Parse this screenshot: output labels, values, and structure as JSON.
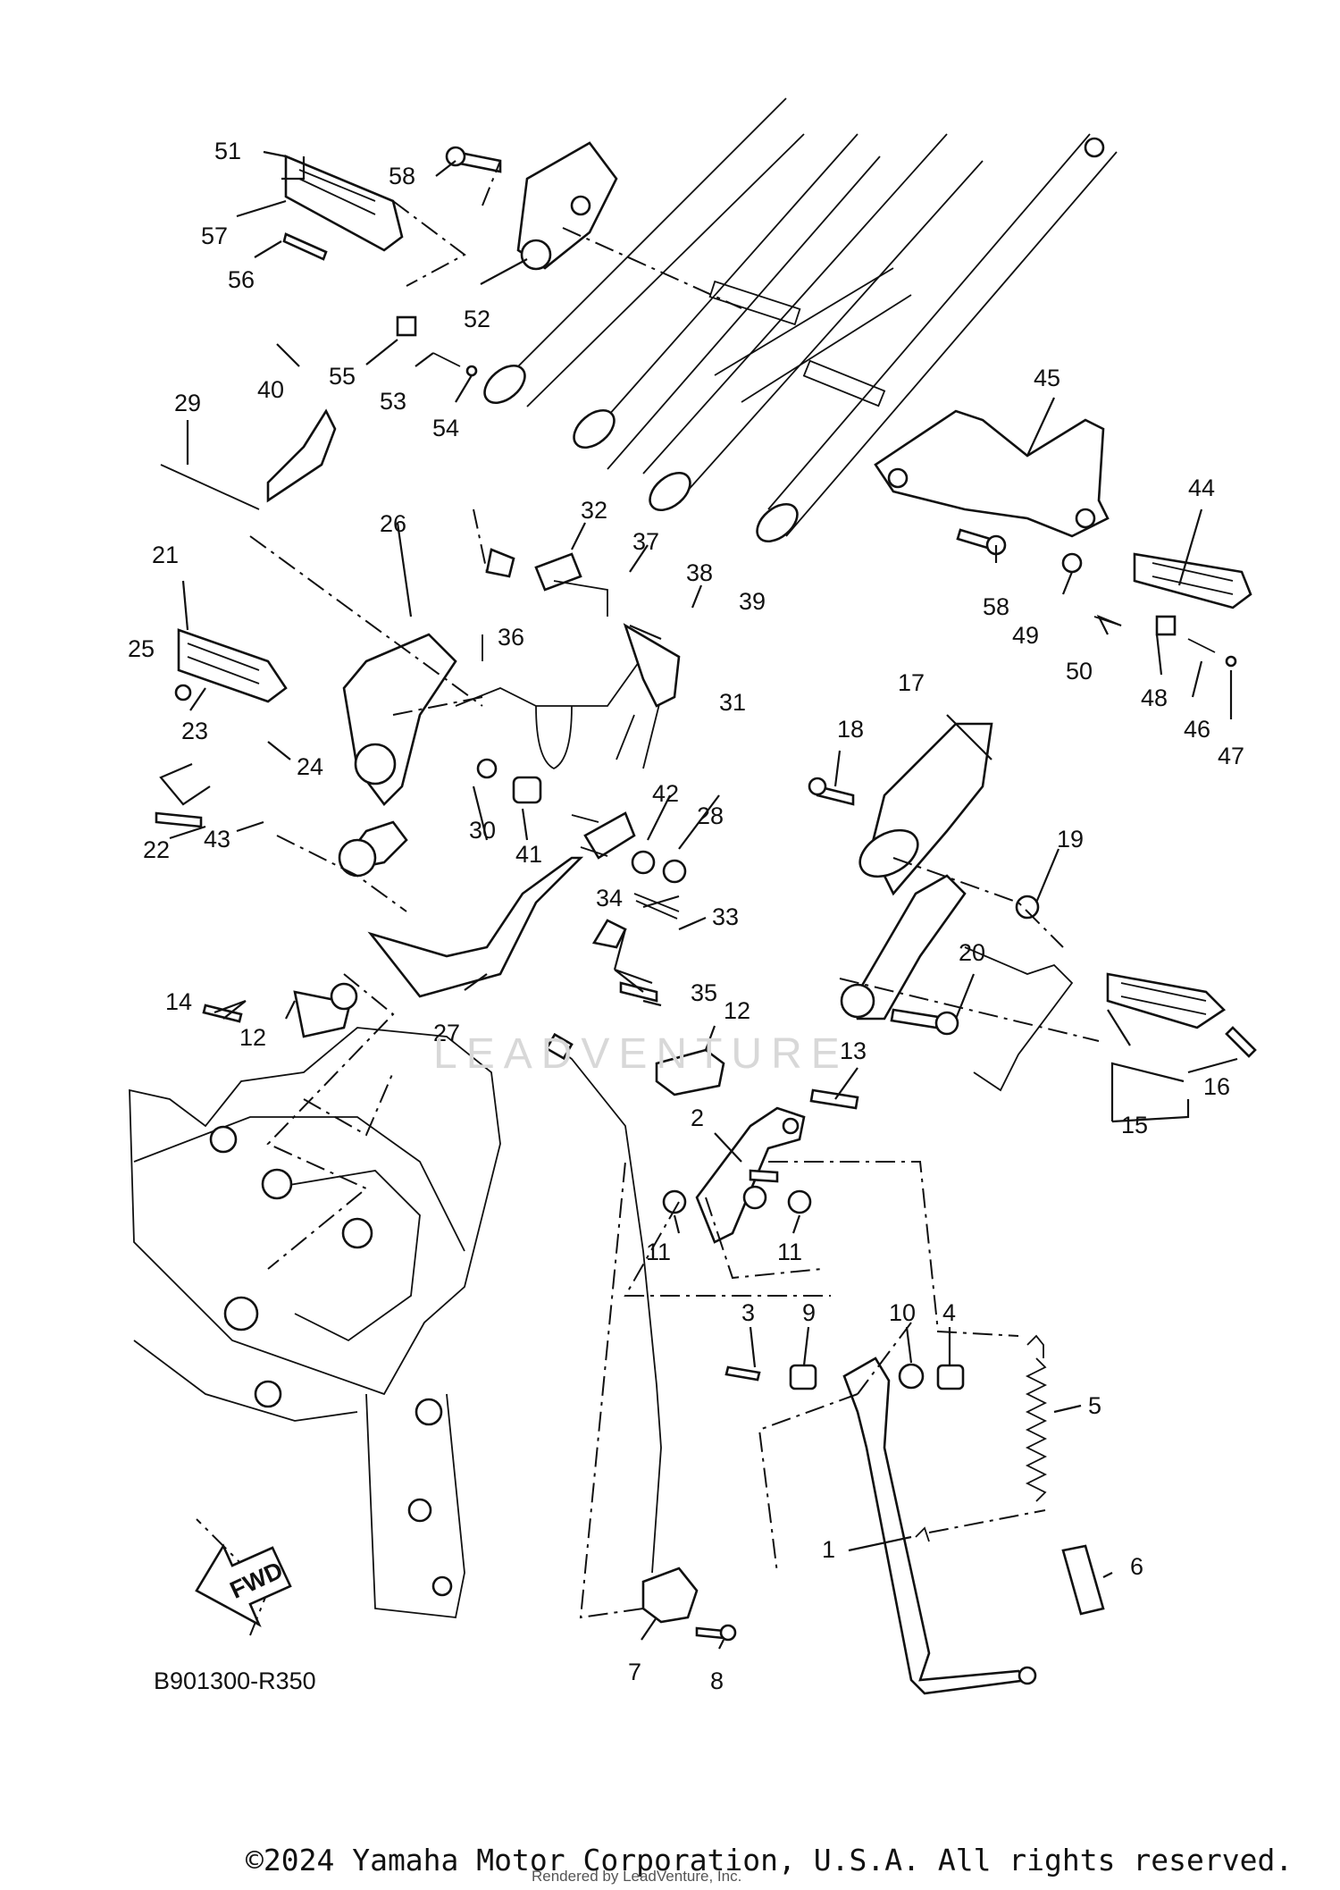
{
  "diagram_code": "B901300-R350",
  "fwd_label": "FWD",
  "watermark": "LEADVENTURE",
  "copyright": "©2024 Yamaha Motor Corporation, U.S.A. All rights reserved.",
  "rendered_by": "Rendered by LeadVenture, Inc.",
  "callouts": [
    "51",
    "58",
    "57",
    "56",
    "52",
    "55",
    "53",
    "54",
    "29",
    "40",
    "26",
    "32",
    "37",
    "38",
    "39",
    "36",
    "21",
    "25",
    "23",
    "24",
    "22",
    "31",
    "43",
    "30",
    "41",
    "42",
    "28",
    "34",
    "33",
    "35",
    "14",
    "12",
    "27",
    "45",
    "44",
    "58",
    "49",
    "50",
    "48",
    "46",
    "47",
    "17",
    "18",
    "19",
    "20",
    "16",
    "15",
    "12",
    "13",
    "2",
    "11",
    "11",
    "3",
    "9",
    "10",
    "4",
    "5",
    "1",
    "6",
    "7",
    "8"
  ]
}
